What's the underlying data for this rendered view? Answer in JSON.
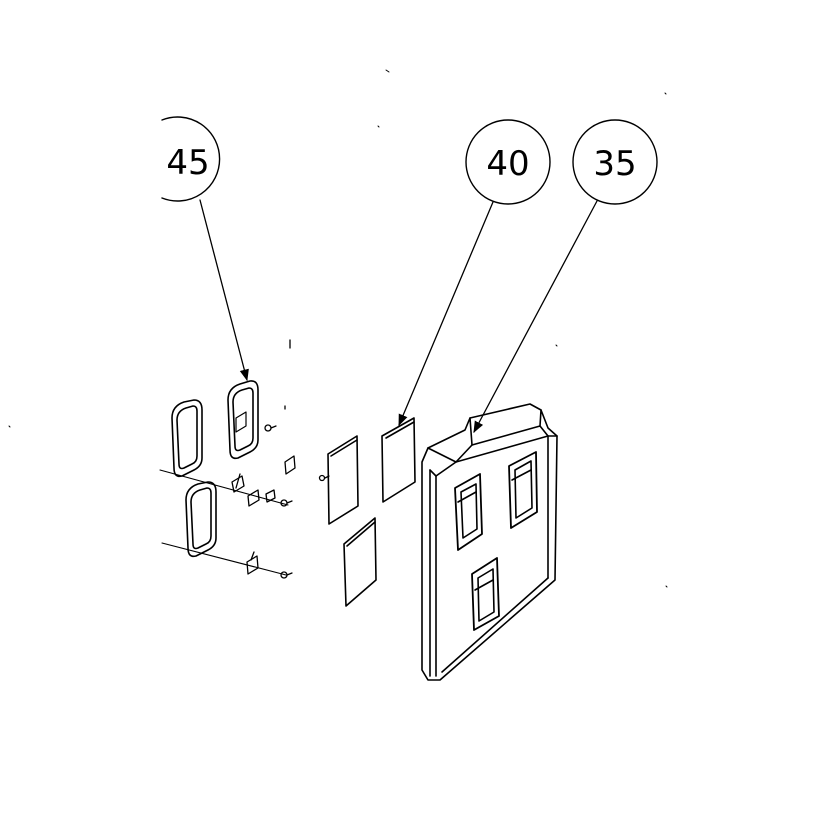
{
  "balloons": [
    {
      "id": "balloon-45",
      "label": "45"
    },
    {
      "id": "balloon-40",
      "label": "40"
    },
    {
      "id": "balloon-35",
      "label": "35"
    }
  ],
  "line_color": "#000000",
  "background": "#ffffff"
}
